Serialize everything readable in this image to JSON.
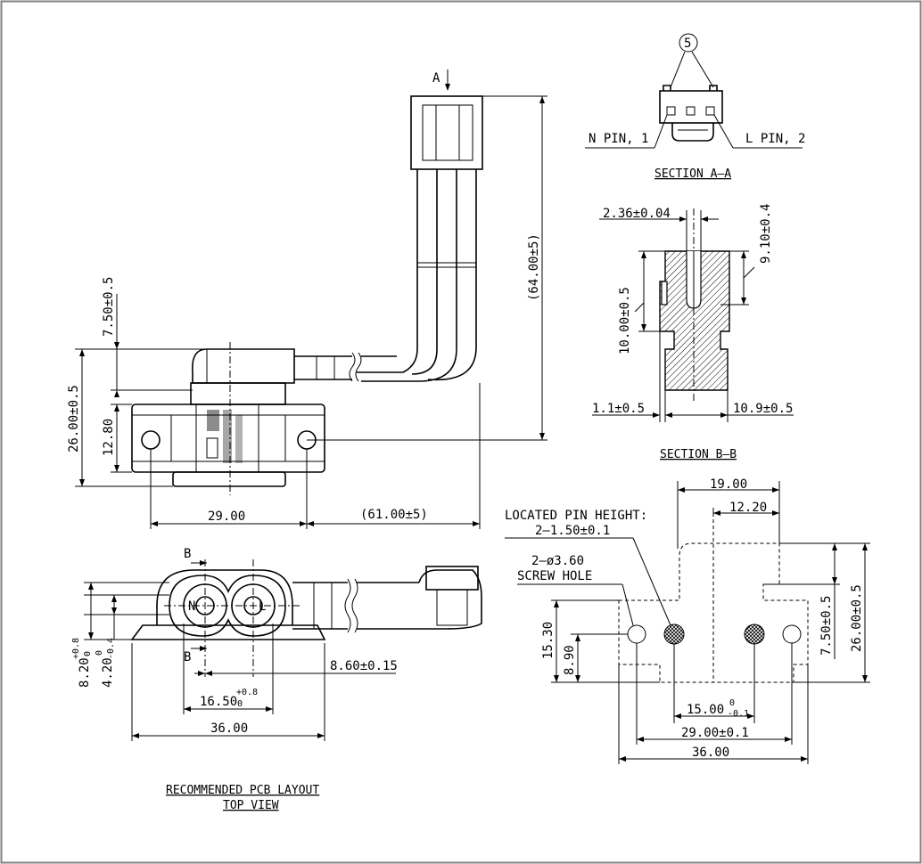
{
  "top_view": {
    "dim_7_50": "7.50±0.5",
    "dim_26_00": "26.00±0.5",
    "dim_12_80": "12.80",
    "dim_64_00": "(64.00±5)",
    "dim_29_00": "29.00",
    "dim_61_00": "(61.00±5)",
    "section_a_marker": "A"
  },
  "front_view": {
    "section_b_top": "B",
    "section_b_bottom": "B",
    "pin_n": "N",
    "pin_l": "L",
    "dim_8_20": "8.20",
    "dim_8_20_tol_upper": "+0.8",
    "dim_8_20_tol_lower": "0",
    "dim_4_20": "4.20",
    "dim_4_20_tol_upper": "0",
    "dim_4_20_tol_lower": "-0.4",
    "dim_16_50": "16.50",
    "dim_16_50_tol_upper": "+0.8",
    "dim_16_50_tol_lower": "0",
    "dim_8_60": "8.60±0.15",
    "dim_36_00": "36.00"
  },
  "section_aa": {
    "balloon": "5",
    "n_pin": "N PIN, 1",
    "l_pin": "L PIN, 2",
    "title": "SECTION A–A"
  },
  "section_bb": {
    "dim_2_36": "2.36±0.04",
    "dim_9_10": "9.10±0.4",
    "dim_10_00": "10.00±0.5",
    "dim_1_1": "1.1±0.5",
    "dim_10_9": "10.9±0.5",
    "title": "SECTION B–B"
  },
  "pcb_layout": {
    "dim_19_00": "19.00",
    "dim_12_20": "12.20",
    "located_pin_line1": "LOCATED PIN HEIGHT:",
    "located_pin_line2": "2–1.50±0.1",
    "screw_hole_line1": "2–ø3.60",
    "screw_hole_line2": "SCREW HOLE",
    "dim_15_30": "15.30",
    "dim_8_90": "8.90",
    "dim_7_50": "7.50±0.5",
    "dim_26_00": "26.00±0.5",
    "dim_15_00": "15.00",
    "dim_15_00_tol_upper": "0",
    "dim_15_00_tol_lower": "-0.1",
    "dim_29_00": "29.00±0.1",
    "dim_36_00": "36.00",
    "title_line1": "RECOMMENDED PCB LAYOUT",
    "title_line2": "TOP VIEW"
  }
}
